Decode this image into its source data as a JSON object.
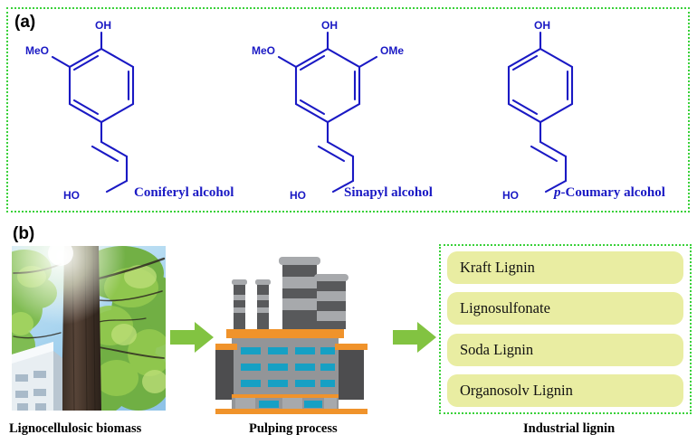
{
  "figure": {
    "panel_a": {
      "label": "(a)",
      "border_color": "#3ad13a",
      "molecules": [
        {
          "name_html": "Coniferyl alcohol",
          "name": "Coniferyl alcohol",
          "substituents": [
            "OH",
            "MeO"
          ],
          "tail_label": "HO",
          "color": "#1a19c4"
        },
        {
          "name_html": "Sinapyl alcohol",
          "name": "Sinapyl alcohol",
          "substituents": [
            "OH",
            "MeO",
            "OMe"
          ],
          "tail_label": "HO",
          "color": "#1a19c4"
        },
        {
          "name_html": "<i>p</i>-Coumary alcohol",
          "name": "p-Coumary alcohol",
          "substituents": [
            "OH"
          ],
          "tail_label": "HO",
          "color": "#1a19c4"
        }
      ]
    },
    "panel_b": {
      "label": "(b)",
      "border_color": "#3ad13a",
      "arrow_color": "#82c341",
      "pill_color": "#e9eda2",
      "captions": {
        "biomass": "Lignocellulosic biomass",
        "pulping": "Pulping process",
        "lignin": "Industrial lignin"
      },
      "lignin_types": [
        "Kraft Lignin",
        "Lignosulfonate",
        "Soda Lignin",
        "Organosolv Lignin"
      ],
      "photo_alt": "tree-canopy-photo",
      "factory_alt": "pulping-factory-illustration"
    }
  }
}
